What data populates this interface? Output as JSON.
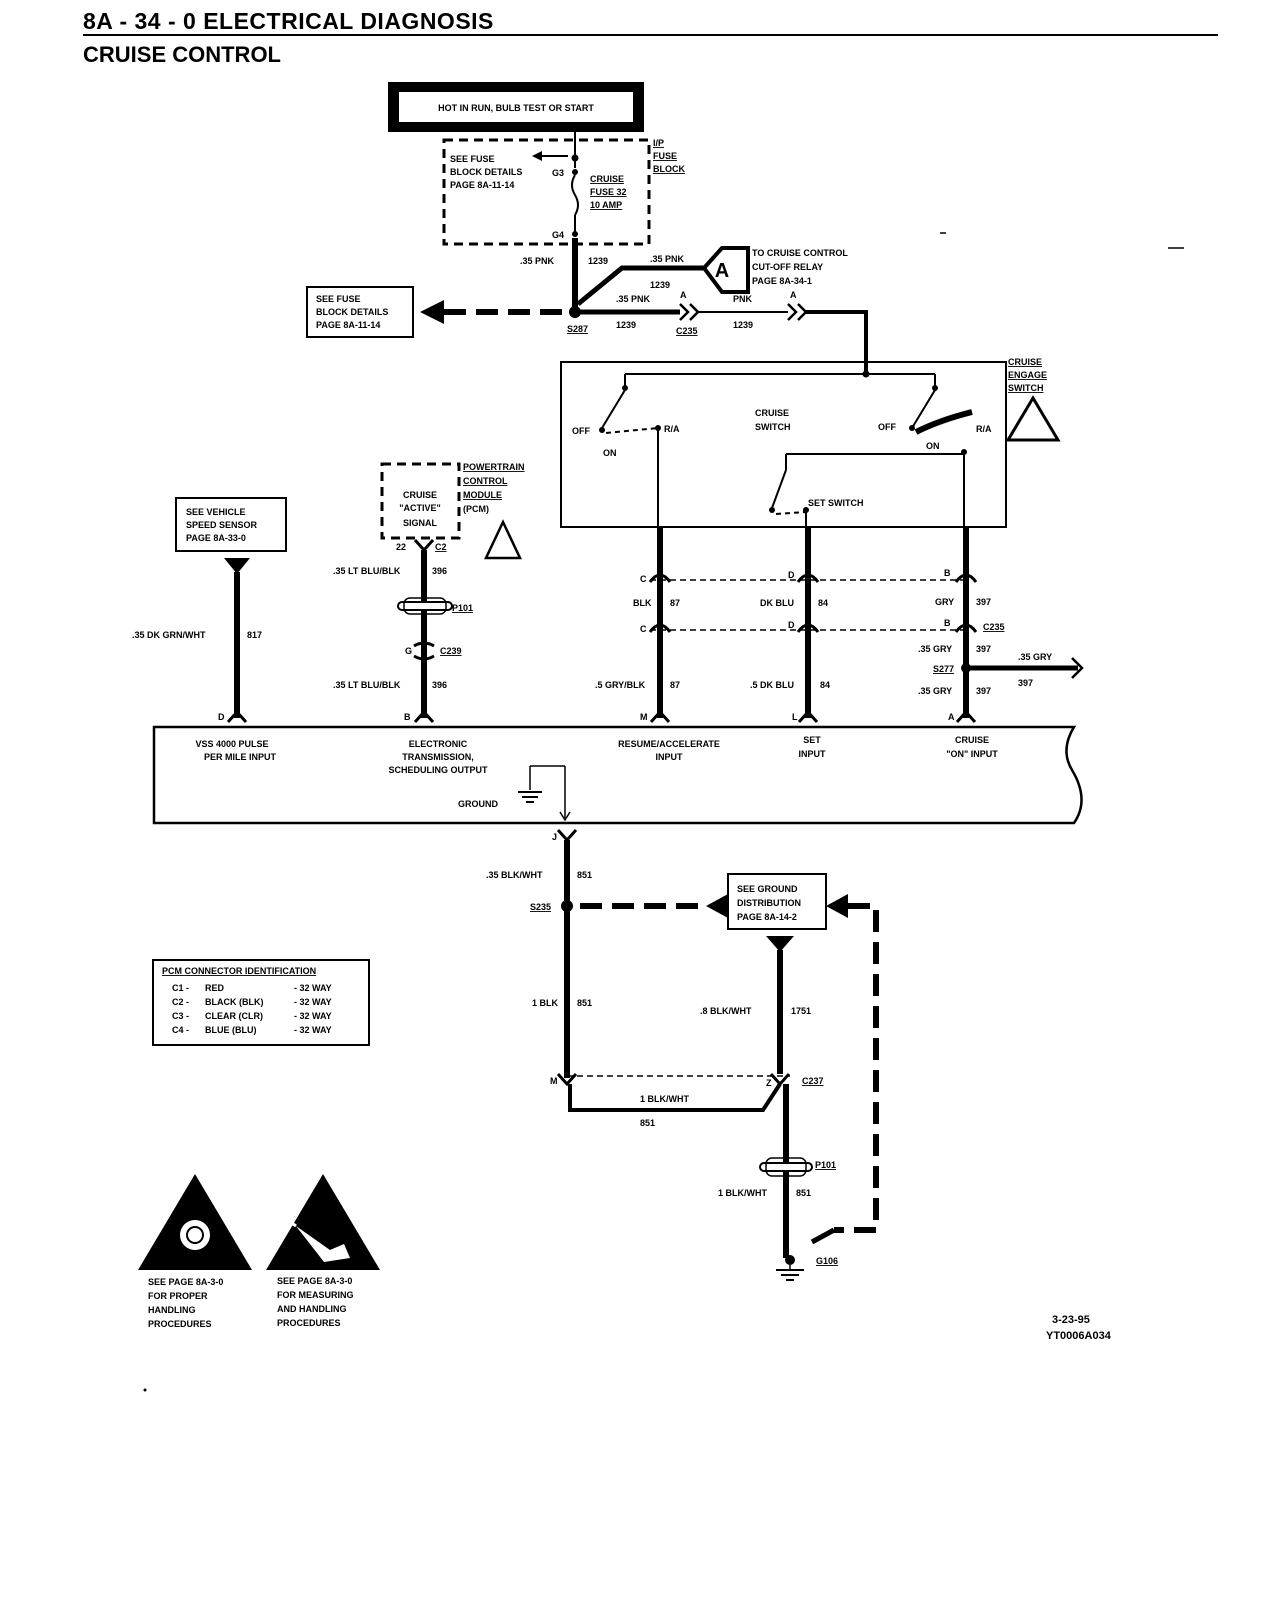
{
  "header": {
    "section": "8A - 34 - 0  ELECTRICAL DIAGNOSIS",
    "title": "CRUISE CONTROL"
  },
  "power": {
    "label": "HOT IN RUN, BULB TEST OR START"
  },
  "fuse_block": {
    "see_line1": "SEE FUSE",
    "see_line2": "BLOCK DETAILS",
    "see_line3": "PAGE 8A-11-14",
    "name_line1": "I/P",
    "name_line2": "FUSE",
    "name_line3": "BLOCK",
    "fuse_line1": "CRUISE",
    "fuse_line2": "FUSE 32",
    "fuse_line3": "10 AMP",
    "pin_top": "G3",
    "pin_bottom": "G4"
  },
  "splice_feed": {
    "wire_left": ".35 PNK",
    "circuit_left": "1239",
    "wire_up": ".35 PNK",
    "circuit_up": "1239",
    "wire_right": ".35 PNK",
    "circuit_right": "1239",
    "wire_out": "PNK",
    "circuit_out": "1239",
    "splice": "S287",
    "connector": "C235",
    "pin_a1": "A",
    "pin_a2": "A"
  },
  "relay_ref": {
    "badge": "A",
    "line1": "TO CRUISE CONTROL",
    "line2": "CUT-OFF RELAY",
    "line3": "PAGE 8A-34-1"
  },
  "fuse_ref_left": {
    "line1": "SEE FUSE",
    "line2": "BLOCK DETAILS",
    "line3": "PAGE 8A-11-14"
  },
  "engage_switch": {
    "name_line1": "CRUISE",
    "name_line2": "ENGAGE",
    "name_line3": "SWITCH",
    "cruise_switch_line1": "CRUISE",
    "cruise_switch_line2": "SWITCH",
    "off1": "OFF",
    "on1": "ON",
    "ra1": "R/A",
    "off2": "OFF",
    "on2": "ON",
    "ra2": "R/A",
    "set_switch": "SET SWITCH"
  },
  "pcm_module": {
    "signal_line1": "CRUISE",
    "signal_line2": "\"ACTIVE\"",
    "signal_line3": "SIGNAL",
    "name_line1": "POWERTRAIN",
    "name_line2": "CONTROL",
    "name_line3": "MODULE",
    "name_line4": "(PCM)",
    "pin": "22",
    "conn": "C2"
  },
  "vss_ref": {
    "line1": "SEE VEHICLE",
    "line2": "SPEED SENSOR",
    "line3": "PAGE 8A-33-0"
  },
  "wires": {
    "vss_wire": ".35 DK GRN/WHT",
    "vss_circuit": "817",
    "ets_wire1": ".35 LT BLU/BLK",
    "ets_circuit1": "396",
    "ets_wire2": ".35 LT BLU/BLK",
    "ets_circuit2": "396",
    "p101": "P101",
    "c239": "C239",
    "c239_pin": "G",
    "blk": "BLK",
    "blk_circuit": "87",
    "gryblk": ".5 GRY/BLK",
    "gryblk_circuit": "87",
    "dkblu": "DK BLU",
    "dkblu_circuit": "84",
    "dkblu2": ".5 DK BLU",
    "dkblu2_circuit": "84",
    "gry": "GRY",
    "gry_circuit": "397",
    "gry2": ".35 GRY",
    "gry2_circuit": "397",
    "gry3": ".35 GRY",
    "gry3_circuit": "397",
    "gry_out": ".35 GRY",
    "gry_out_circuit": "397",
    "s277": "S277",
    "c235b": "C235",
    "pin_c1": "C",
    "pin_c2": "C",
    "pin_d1": "D",
    "pin_d2": "D",
    "pin_b1": "B",
    "pin_b2": "B"
  },
  "pcm_inputs": {
    "vss_line1": "VSS 4000 PULSE",
    "vss_line2": "PER MILE INPUT",
    "ets_line1": "ELECTRONIC",
    "ets_line2": "TRANSMISSION,",
    "ets_line3": "SCHEDULING OUTPUT",
    "res_line1": "RESUME/ACCELERATE",
    "res_line2": "INPUT",
    "set_line1": "SET",
    "set_line2": "INPUT",
    "on_line1": "CRUISE",
    "on_line2": "\"ON\" INPUT",
    "ground": "GROUND",
    "pin_d": "D",
    "pin_b": "B",
    "pin_m": "M",
    "pin_l": "L",
    "pin_a": "A",
    "pin_j": "J"
  },
  "ground_circuit": {
    "wire1": ".35 BLK/WHT",
    "circuit1": "851",
    "splice": "S235",
    "wire2": "1 BLK",
    "circuit2": "851",
    "wire3": ".8 BLK/WHT",
    "circuit3": "1751",
    "wire4": "1 BLK/WHT",
    "circuit4": "851",
    "wire5": "1 BLK/WHT",
    "circuit5": "851",
    "c237": "C237",
    "pin_m": "M",
    "pin_z": "Z",
    "p101": "P101",
    "g106": "G106"
  },
  "ground_ref": {
    "line1": "SEE GROUND",
    "line2": "DISTRIBUTION",
    "line3": "PAGE 8A-14-2"
  },
  "pcm_conn_id": {
    "title": "PCM CONNECTOR IDENTIFICATION",
    "rows": [
      {
        "id": "C1 -",
        "color": "RED",
        "size": "- 32 WAY"
      },
      {
        "id": "C2 -",
        "color": "BLACK (BLK)",
        "size": "- 32 WAY"
      },
      {
        "id": "C3 -",
        "color": "CLEAR (CLR)",
        "size": "- 32 WAY"
      },
      {
        "id": "C4 -",
        "color": "BLUE (BLU)",
        "size": "- 32 WAY"
      }
    ]
  },
  "warnings": {
    "w1_line1": "SEE PAGE 8A-3-0",
    "w1_line2": "FOR PROPER",
    "w1_line3": "HANDLING",
    "w1_line4": "PROCEDURES",
    "w2_line1": "SEE PAGE 8A-3-0",
    "w2_line2": "FOR MEASURING",
    "w2_line3": "AND HANDLING",
    "w2_line4": "PROCEDURES"
  },
  "footer": {
    "date": "3-23-95",
    "code": "YT0006A034"
  }
}
